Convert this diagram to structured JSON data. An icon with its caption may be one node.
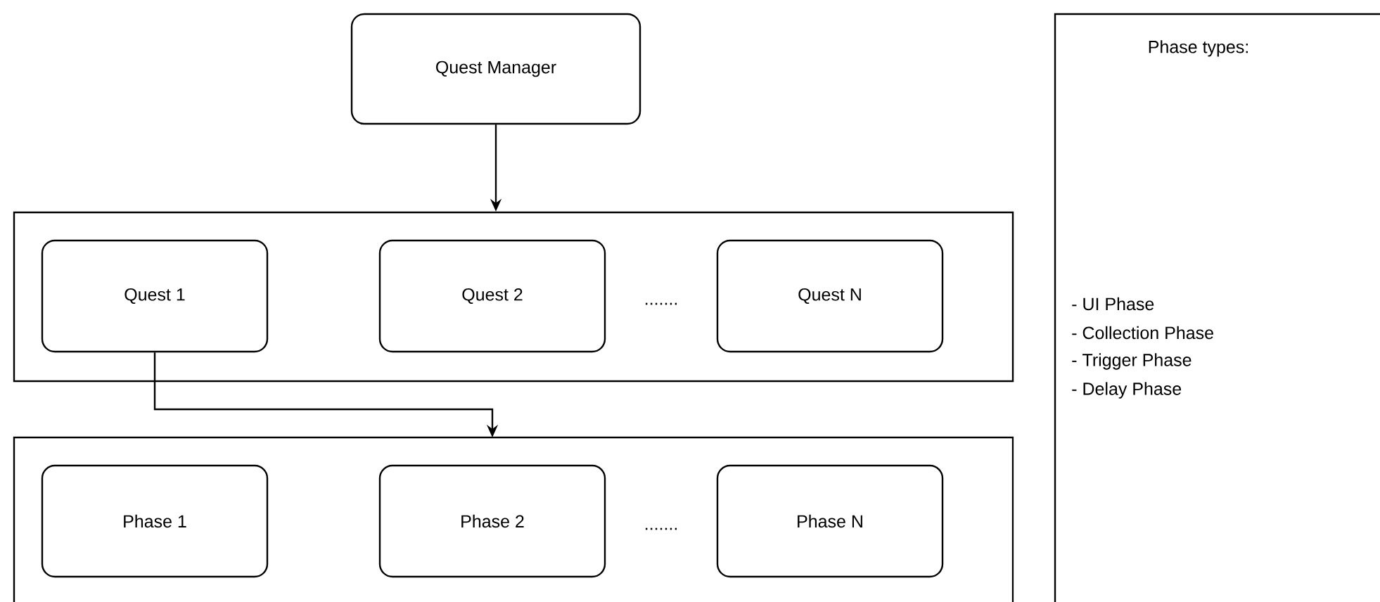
{
  "diagram": {
    "nodes": [
      {
        "text": [
          "Quest Manager"
        ]
      },
      {
        "text": [],
        "shape": "box"
      },
      {
        "text": [
          "Quest 1"
        ],
        "in": 1
      },
      {
        "text": [
          "Quest 2"
        ],
        "in": 1
      },
      {
        "text": [
          "Quest N"
        ],
        "in": 1
      },
      {
        "text": [],
        "shape": "box"
      },
      {
        "text": [
          "Phase 1"
        ],
        "in": 5
      },
      {
        "text": [
          "Phase 2"
        ],
        "in": 5
      },
      {
        "text": [
          "Phase N"
        ],
        "in": 5
      },
      {
        "text": [
          "Phase types:",
          "- UI Phase",
          "- Collection Phase",
          "- Trigger Phase",
          "- Delay Phase"
        ]
      }
    ],
    "edges": [
      {
        "from": 0,
        "to": 1,
        "arrow": "to"
      },
      {
        "from": 2,
        "to": 5,
        "arrow": "to"
      }
    ],
    "labels": [
      ".......",
      "......."
    ]
  }
}
